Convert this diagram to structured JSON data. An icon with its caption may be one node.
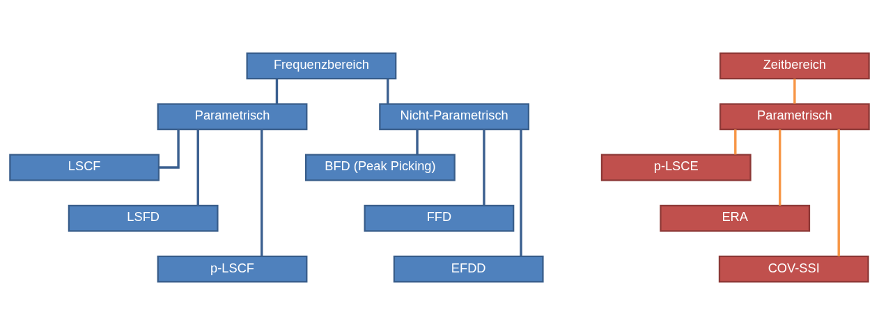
{
  "diagram": {
    "nodes": [
      {
        "text": [
          "Frequenzbereich"
        ]
      },
      {
        "text": [
          "Parametrisch"
        ]
      },
      {
        "text": [
          "Nicht-Parametrisch"
        ]
      },
      {
        "text": [
          "LSCF"
        ]
      },
      {
        "text": [
          "LSFD"
        ]
      },
      {
        "text": [
          "p-LSCF"
        ]
      },
      {
        "text": [
          "BFD (Peak Picking)"
        ]
      },
      {
        "text": [
          "FFD"
        ]
      },
      {
        "text": [
          "EFDD"
        ]
      },
      {
        "text": [
          "Zeitbereich"
        ]
      },
      {
        "text": [
          "Parametrisch"
        ]
      },
      {
        "text": [
          "p-LSCE"
        ]
      },
      {
        "text": [
          "ERA"
        ]
      },
      {
        "text": [
          "COV-SSI"
        ]
      }
    ],
    "edges": [
      {
        "from": 0,
        "to": 1,
        "arrow": "none",
        "color": "#3a5f8f"
      },
      {
        "from": 0,
        "to": 2,
        "arrow": "none",
        "color": "#3a5f8f"
      },
      {
        "from": 1,
        "to": 3,
        "arrow": "none",
        "color": "#3a5f8f"
      },
      {
        "from": 1,
        "to": 4,
        "arrow": "none",
        "color": "#3a5f8f"
      },
      {
        "from": 1,
        "to": 5,
        "arrow": "none",
        "color": "#3a5f8f"
      },
      {
        "from": 2,
        "to": 6,
        "arrow": "none",
        "color": "#3a5f8f"
      },
      {
        "from": 2,
        "to": 7,
        "arrow": "none",
        "color": "#3a5f8f"
      },
      {
        "from": 2,
        "to": 8,
        "arrow": "none",
        "color": "#3a5f8f"
      },
      {
        "from": 9,
        "to": 10,
        "arrow": "none",
        "color": "#f79646"
      },
      {
        "from": 10,
        "to": 11,
        "arrow": "none",
        "color": "#f79646"
      },
      {
        "from": 10,
        "to": 12,
        "arrow": "none",
        "color": "#f79646"
      },
      {
        "from": 10,
        "to": 13,
        "arrow": "none",
        "color": "#f79646"
      }
    ]
  }
}
